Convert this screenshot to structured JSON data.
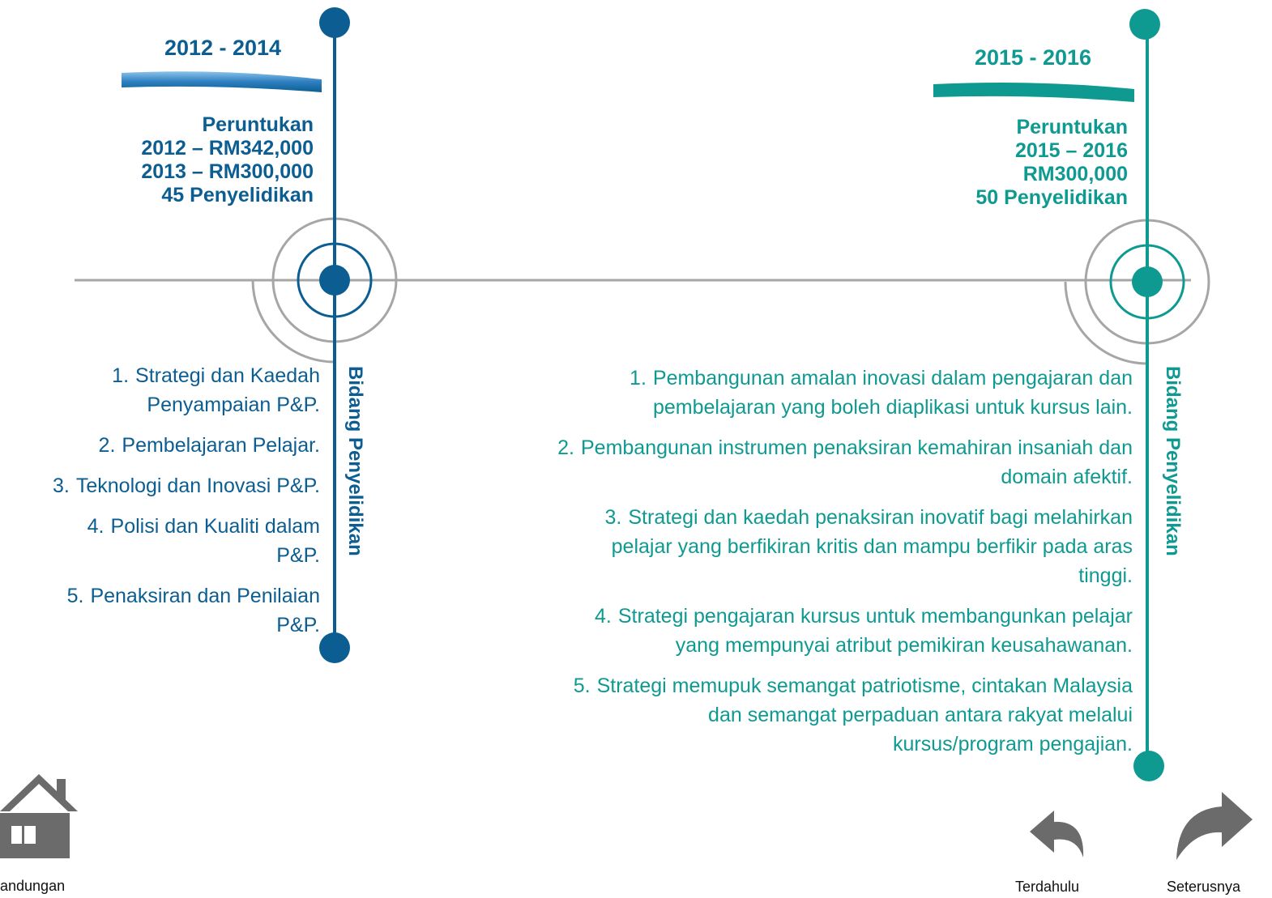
{
  "colors": {
    "blue": "#0c5e92",
    "teal": "#0f9a91",
    "grey": "#a6a6a6",
    "icon": "#6b6b6b"
  },
  "period1": {
    "years": "2012 - 2014",
    "info": [
      "Peruntukan",
      "2012 – RM342,000",
      "2013 – RM300,000",
      "45 Penyelidikan"
    ],
    "vertical_label": "Bidang Penyelidikan",
    "items": [
      {
        "num": "1.",
        "lines": [
          "Strategi dan Kaedah",
          "Penyampaian  P&P."
        ]
      },
      {
        "num": "2.",
        "lines": [
          "Pembelajaran Pelajar."
        ]
      },
      {
        "num": "3.",
        "lines": [
          "Teknologi dan Inovasi P&P."
        ]
      },
      {
        "num": "4.",
        "lines": [
          "Polisi dan Kualiti dalam",
          "P&P."
        ]
      },
      {
        "num": "5.",
        "lines": [
          "Penaksiran dan Penilaian",
          "P&P."
        ]
      }
    ]
  },
  "period2": {
    "years": "2015 - 2016",
    "info": [
      "Peruntukan",
      "2015 – 2016",
      "RM300,000",
      "50 Penyelidikan"
    ],
    "vertical_label": "Bidang Penyelidikan",
    "items": [
      {
        "num": "1.",
        "lines": [
          "Pembangunan amalan inovasi dalam pengajaran dan",
          "pembelajaran yang boleh diaplikasi untuk kursus lain."
        ]
      },
      {
        "num": "2.",
        "lines": [
          "Pembangunan instrumen penaksiran kemahiran insaniah dan",
          "domain afektif."
        ]
      },
      {
        "num": "3.",
        "lines": [
          "Strategi dan kaedah penaksiran inovatif bagi melahirkan",
          "pelajar yang berfikiran kritis dan mampu berfikir pada aras",
          "tinggi."
        ]
      },
      {
        "num": "4.",
        "lines": [
          "Strategi pengajaran kursus untuk membangunkan pelajar",
          "yang mempunyai atribut pemikiran keusahawanan."
        ]
      },
      {
        "num": "5.",
        "lines": [
          "Strategi memupuk semangat patriotisme, cintakan Malaysia",
          "dan semangat perpaduan antara rakyat melalui",
          "kursus/program pengajian."
        ]
      }
    ]
  },
  "nav": {
    "home": {
      "label": "andungan",
      "icon": "home-icon"
    },
    "prev": {
      "label": "Terdahulu",
      "icon": "back-arrow-icon"
    },
    "next": {
      "label": "Seterusnya",
      "icon": "forward-arrow-icon"
    }
  }
}
